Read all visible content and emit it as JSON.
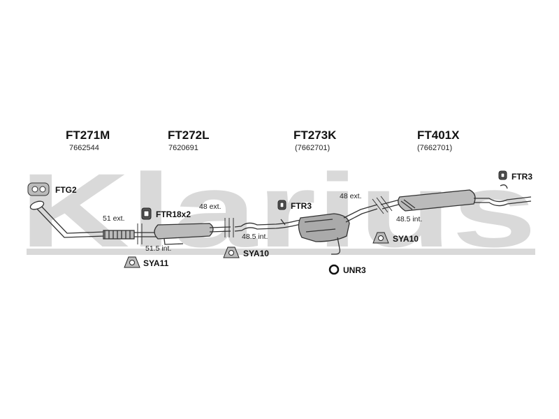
{
  "watermark": {
    "text": "Klarius",
    "color": "#d9d9d9"
  },
  "parts": [
    {
      "code": "FT271M",
      "number": "7662544"
    },
    {
      "code": "FT272L",
      "number": "7620691"
    },
    {
      "code": "FT273K",
      "number": "(7662701)"
    },
    {
      "code": "FT401X",
      "number": "(7662701)"
    }
  ],
  "fittings": {
    "ftg2": "FTG2",
    "ftr18x2": "FTR18x2",
    "ftr3_mid": "FTR3",
    "ftr3_right": "FTR3",
    "sya11": "SYA11",
    "sya10_left": "SYA10",
    "sya10_right": "SYA10",
    "unr3": "UNR3"
  },
  "dimensions": {
    "d1": "51 ext.",
    "d2": "51.5 int.",
    "d3": "48 ext.",
    "d4": "48.5 int.",
    "d5": "48 ext.",
    "d6": "48.5 int."
  }
}
